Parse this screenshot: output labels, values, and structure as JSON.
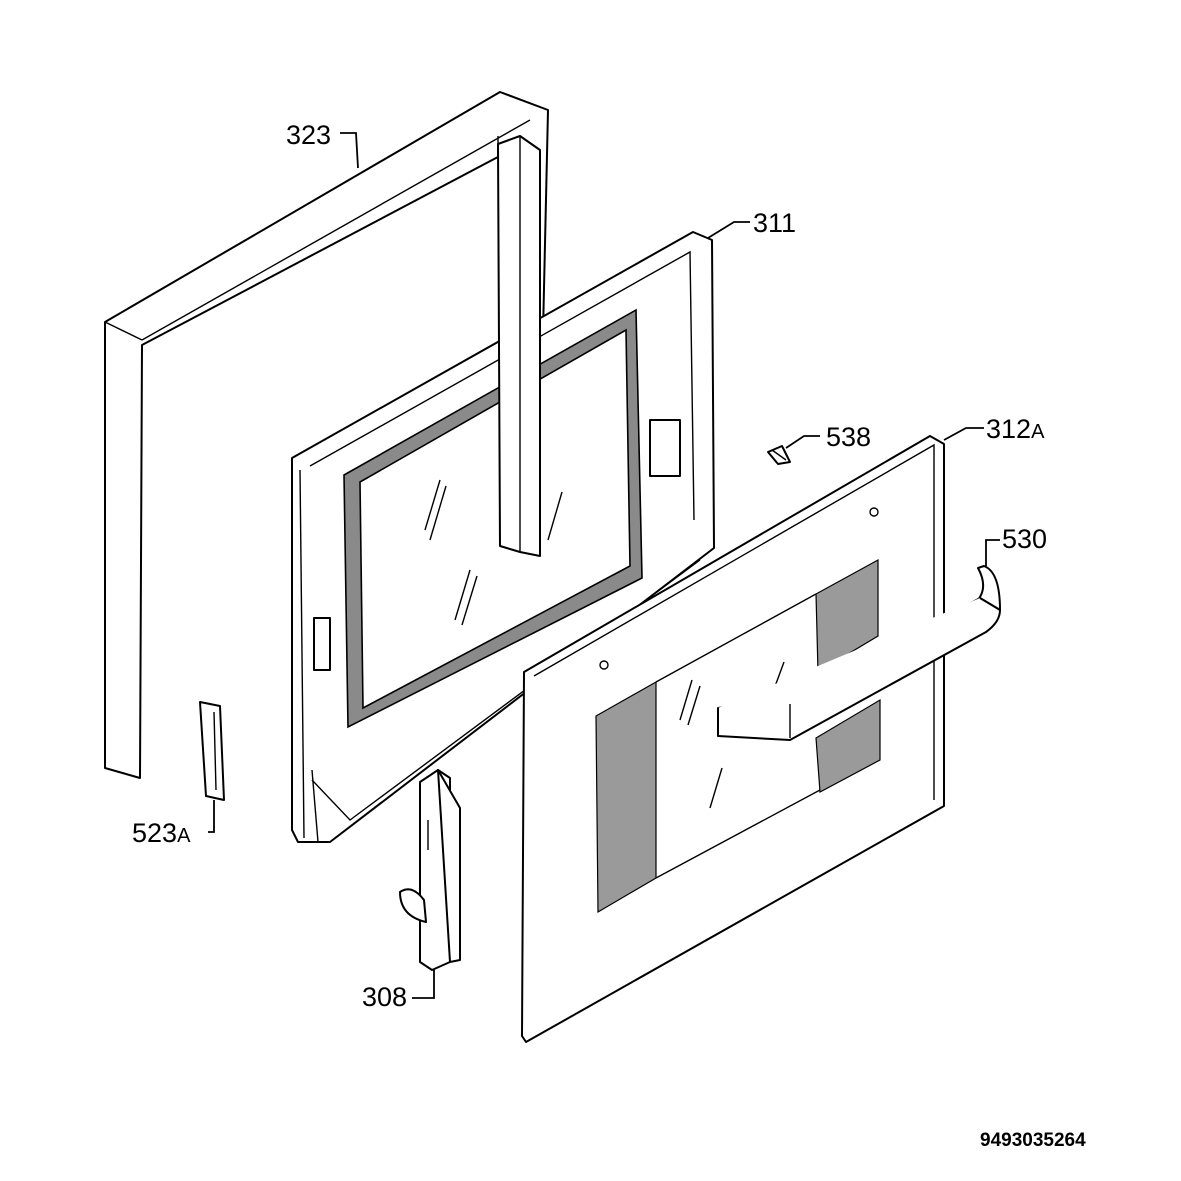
{
  "parts": [
    {
      "id": "323",
      "suffix": ""
    },
    {
      "id": "311",
      "suffix": ""
    },
    {
      "id": "538",
      "suffix": ""
    },
    {
      "id": "312",
      "suffix": "A"
    },
    {
      "id": "530",
      "suffix": ""
    },
    {
      "id": "523",
      "suffix": "A"
    },
    {
      "id": "308",
      "suffix": ""
    }
  ],
  "document_number": "9493035264"
}
